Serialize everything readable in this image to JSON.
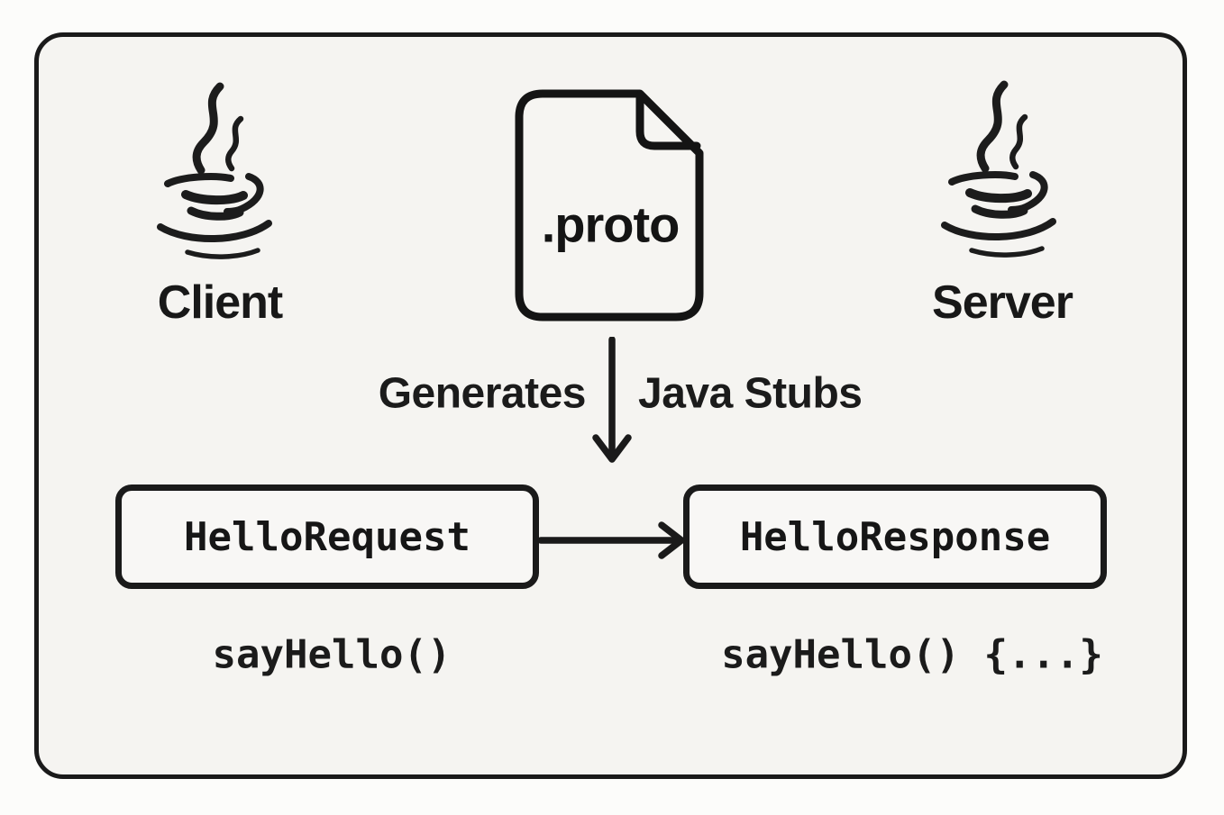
{
  "diagram": {
    "title_implied": "gRPC Java stub generation flow",
    "colors": {
      "ink": "#1a1a1a",
      "background": "#fcfcfa",
      "panel_background": "#f5f4f1",
      "box_background": "#f8f7f5"
    },
    "client": {
      "label": "Client",
      "icon": "java-logo",
      "method_label": "sayHello()"
    },
    "server": {
      "label": "Server",
      "icon": "java-logo",
      "method_label": "sayHello() {...}"
    },
    "proto_file": {
      "label": ".proto",
      "icon": "file-with-folded-corner"
    },
    "generation_arrow": {
      "left_label": "Generates",
      "right_label": "Java Stubs",
      "direction": "down"
    },
    "messages": {
      "request_label": "HelloRequest",
      "response_label": "HelloResponse",
      "arrow_direction": "right"
    }
  }
}
